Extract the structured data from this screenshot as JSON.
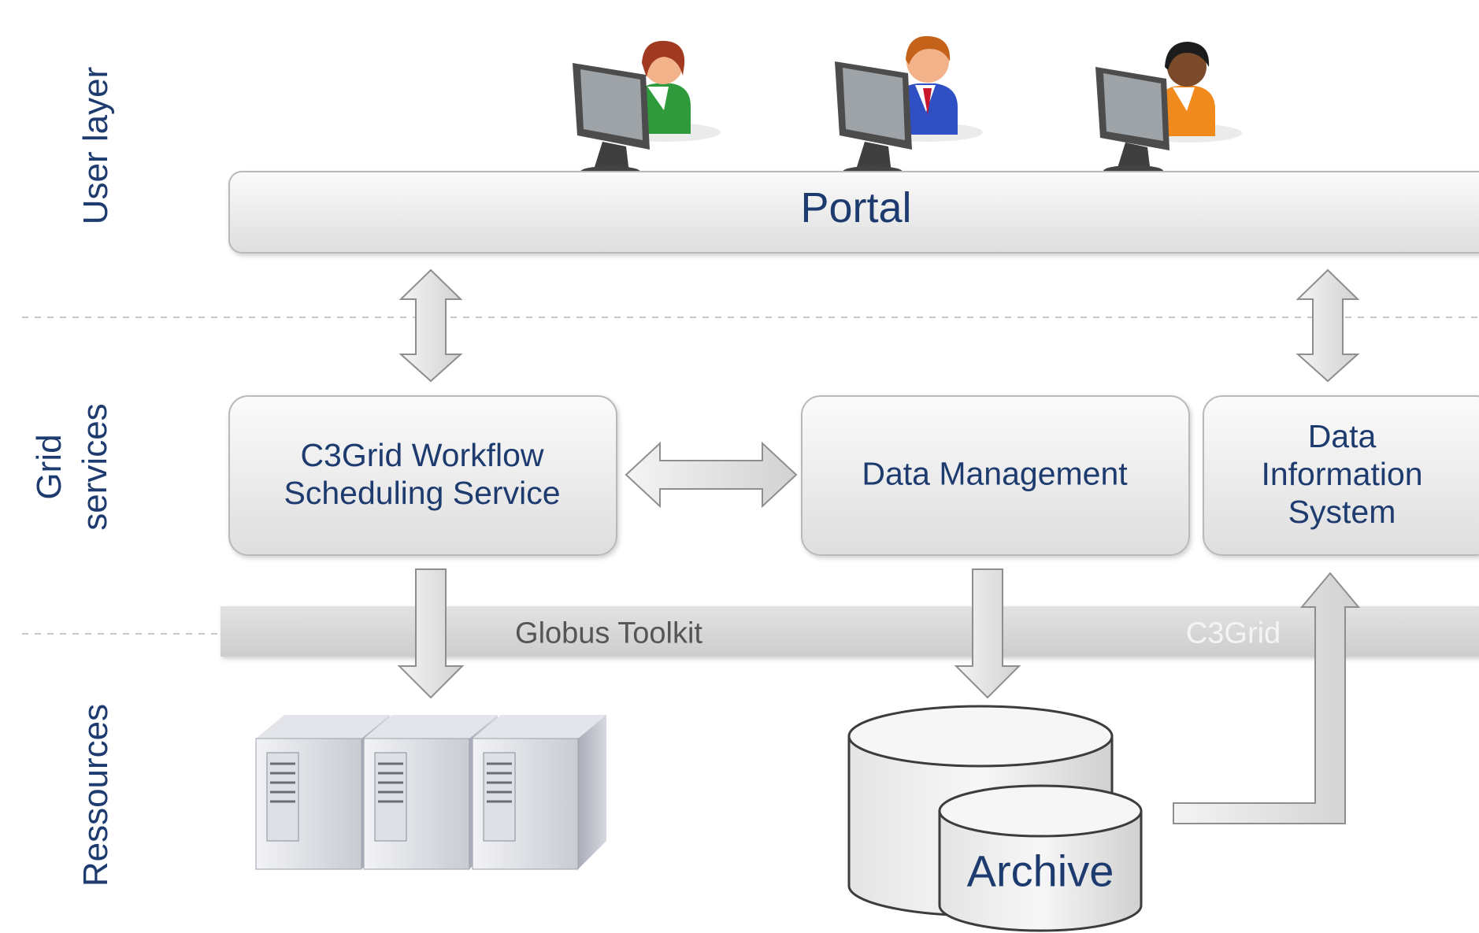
{
  "layers": {
    "user": "User layer",
    "grid_line1": "Grid",
    "grid_line2": "services",
    "resources": "Ressources"
  },
  "boxes": {
    "portal": "Portal",
    "workflow_line1": "C3Grid Workflow",
    "workflow_line2": "Scheduling Service",
    "data_management": "Data Management",
    "dis_line1": "Data",
    "dis_line2": "Information",
    "dis_line3": "System"
  },
  "bars": {
    "globus": "Globus Toolkit",
    "c3grid": "C3Grid"
  },
  "resources": {
    "archive": "Archive"
  },
  "colors": {
    "text_navy": "#1d3b6f",
    "box_fill": "#eaeaea",
    "box_stroke": "#b9b9b9",
    "bar_fill": "#d6d6d6",
    "arrow_fill": "#e1e1e1",
    "arrow_stroke": "#8e8e8e",
    "user1_shirt": "#2f9a3c",
    "user2_shirt": "#2f4fc4",
    "user3_shirt": "#f08a1c"
  }
}
